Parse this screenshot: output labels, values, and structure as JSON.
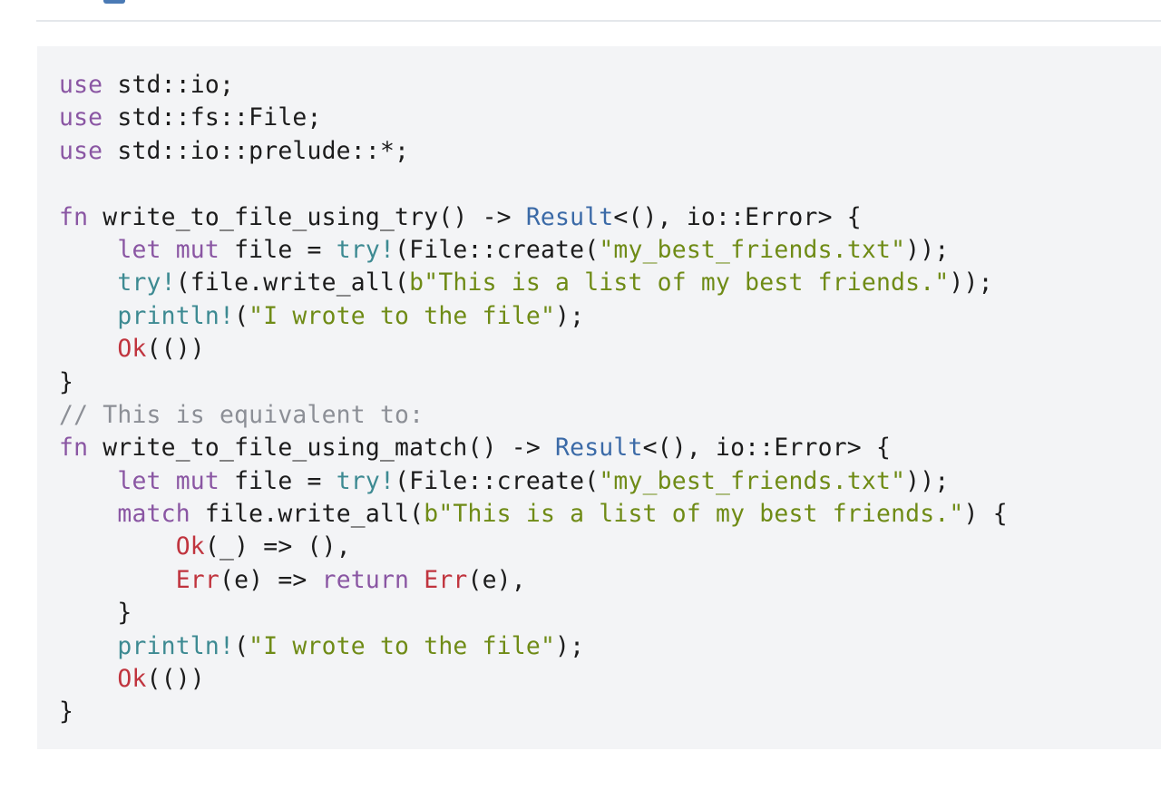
{
  "colors": {
    "background": "#ffffff",
    "code_background": "#f3f4f6",
    "keyword": "#8a56a3",
    "macro": "#3d8a92",
    "type": "#3b6aa7",
    "string": "#6f8b16",
    "variant": "#c0343e",
    "comment": "#8c8f96",
    "plain": "#1c1c1c"
  },
  "code": {
    "language": "rust",
    "lines": [
      [
        {
          "t": "kw",
          "s": "use"
        },
        {
          "t": "pl",
          "s": " std::io;"
        }
      ],
      [
        {
          "t": "kw",
          "s": "use"
        },
        {
          "t": "pl",
          "s": " std::fs::File;"
        }
      ],
      [
        {
          "t": "kw",
          "s": "use"
        },
        {
          "t": "pl",
          "s": " std::io::prelude::*;"
        }
      ],
      [],
      [
        {
          "t": "kw",
          "s": "fn"
        },
        {
          "t": "pl",
          "s": " write_to_file_using_try() -> "
        },
        {
          "t": "typ",
          "s": "Result"
        },
        {
          "t": "pl",
          "s": "<(), io::Error> {"
        }
      ],
      [
        {
          "t": "pl",
          "s": "    "
        },
        {
          "t": "kw",
          "s": "let mut"
        },
        {
          "t": "pl",
          "s": " file = "
        },
        {
          "t": "mac",
          "s": "try!"
        },
        {
          "t": "pl",
          "s": "(File::create("
        },
        {
          "t": "str",
          "s": "\"my_best_friends.txt\""
        },
        {
          "t": "pl",
          "s": "));"
        }
      ],
      [
        {
          "t": "pl",
          "s": "    "
        },
        {
          "t": "mac",
          "s": "try!"
        },
        {
          "t": "pl",
          "s": "(file.write_all("
        },
        {
          "t": "str",
          "s": "b\"This is a list of my best friends.\""
        },
        {
          "t": "pl",
          "s": "));"
        }
      ],
      [
        {
          "t": "pl",
          "s": "    "
        },
        {
          "t": "mac",
          "s": "println!"
        },
        {
          "t": "pl",
          "s": "("
        },
        {
          "t": "str",
          "s": "\"I wrote to the file\""
        },
        {
          "t": "pl",
          "s": ");"
        }
      ],
      [
        {
          "t": "pl",
          "s": "    "
        },
        {
          "t": "err",
          "s": "Ok"
        },
        {
          "t": "pl",
          "s": "(())"
        }
      ],
      [
        {
          "t": "pl",
          "s": "}"
        }
      ],
      [
        {
          "t": "cmt",
          "s": "// This is equivalent to:"
        }
      ],
      [
        {
          "t": "kw",
          "s": "fn"
        },
        {
          "t": "pl",
          "s": " write_to_file_using_match() -> "
        },
        {
          "t": "typ",
          "s": "Result"
        },
        {
          "t": "pl",
          "s": "<(), io::Error> {"
        }
      ],
      [
        {
          "t": "pl",
          "s": "    "
        },
        {
          "t": "kw",
          "s": "let mut"
        },
        {
          "t": "pl",
          "s": " file = "
        },
        {
          "t": "mac",
          "s": "try!"
        },
        {
          "t": "pl",
          "s": "(File::create("
        },
        {
          "t": "str",
          "s": "\"my_best_friends.txt\""
        },
        {
          "t": "pl",
          "s": "));"
        }
      ],
      [
        {
          "t": "pl",
          "s": "    "
        },
        {
          "t": "kw",
          "s": "match"
        },
        {
          "t": "pl",
          "s": " file.write_all("
        },
        {
          "t": "str",
          "s": "b\"This is a list of my best friends.\""
        },
        {
          "t": "pl",
          "s": ") {"
        }
      ],
      [
        {
          "t": "pl",
          "s": "        "
        },
        {
          "t": "err",
          "s": "Ok"
        },
        {
          "t": "pl",
          "s": "(_) => (),"
        }
      ],
      [
        {
          "t": "pl",
          "s": "        "
        },
        {
          "t": "err",
          "s": "Err"
        },
        {
          "t": "pl",
          "s": "(e) => "
        },
        {
          "t": "kw",
          "s": "return"
        },
        {
          "t": "pl",
          "s": " "
        },
        {
          "t": "err",
          "s": "Err"
        },
        {
          "t": "pl",
          "s": "(e),"
        }
      ],
      [
        {
          "t": "pl",
          "s": "    }"
        }
      ],
      [
        {
          "t": "pl",
          "s": "    "
        },
        {
          "t": "mac",
          "s": "println!"
        },
        {
          "t": "pl",
          "s": "("
        },
        {
          "t": "str",
          "s": "\"I wrote to the file\""
        },
        {
          "t": "pl",
          "s": ");"
        }
      ],
      [
        {
          "t": "pl",
          "s": "    "
        },
        {
          "t": "err",
          "s": "Ok"
        },
        {
          "t": "pl",
          "s": "(())"
        }
      ],
      [
        {
          "t": "pl",
          "s": "}"
        }
      ]
    ]
  }
}
